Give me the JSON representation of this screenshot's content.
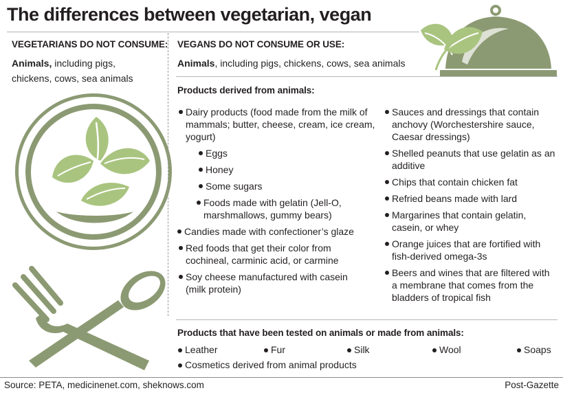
{
  "title": "The differences between vegetarian, vegan",
  "vegetarians": {
    "heading": "VEGETARIANS DO NOT CONSUME:",
    "animals_bold": "Animals,",
    "animals_line1_rest": " including pigs,",
    "animals_line2": "chickens, cows, sea animals"
  },
  "vegans": {
    "heading": "VEGANS DO NOT CONSUME OR USE:",
    "animals_bold": "Animals",
    "animals_rest": ", including pigs, chickens, cows, sea animals",
    "products_heading": "Products derived from animals:",
    "left_items": [
      "Dairy products (food made from the milk of mammals; butter, cheese, cream, ice cream, yogurt)",
      "Eggs",
      "Honey",
      "Some sugars",
      "Foods made with gelatin (Jell-O, marshmallows, gummy bears)",
      "Candies made with confectioner’s glaze",
      "Red foods that get their color from cochineal, carminic acid, or carmine",
      "Soy cheese manufactured with casein (milk protein)"
    ],
    "right_items": [
      "Sauces and dressings that contain anchovy (Worchestershire sauce, Caesar dressings)",
      "Shelled peanuts that use gelatin as an additive",
      "Chips that contain chicken fat",
      "Refried beans made with lard",
      "Margarines that contain gelatin, casein, or whey",
      "Orange juices that are fortified with fish-derived omega-3s",
      "Beers and wines that are filtered with a membrane that comes from the bladders of tropical fish"
    ],
    "tested_heading": "Products that have been tested on animals or made from animals:",
    "tested_items": [
      "Leather",
      "Fur",
      "Silk",
      "Wool",
      "Soaps"
    ],
    "tested_last": "Cosmetics derived from animal products"
  },
  "footer": {
    "source": "Source: PETA, medicinenet.com, sheknows.com",
    "credit": "Post-Gazette"
  },
  "colors": {
    "accent_green": "#a9c47f",
    "dark_olive": "#8c9a73",
    "text": "#231f20"
  },
  "icons": [
    "plate-with-leaves-icon",
    "fork-icon",
    "spoon-icon",
    "serving-cloche-icon"
  ]
}
